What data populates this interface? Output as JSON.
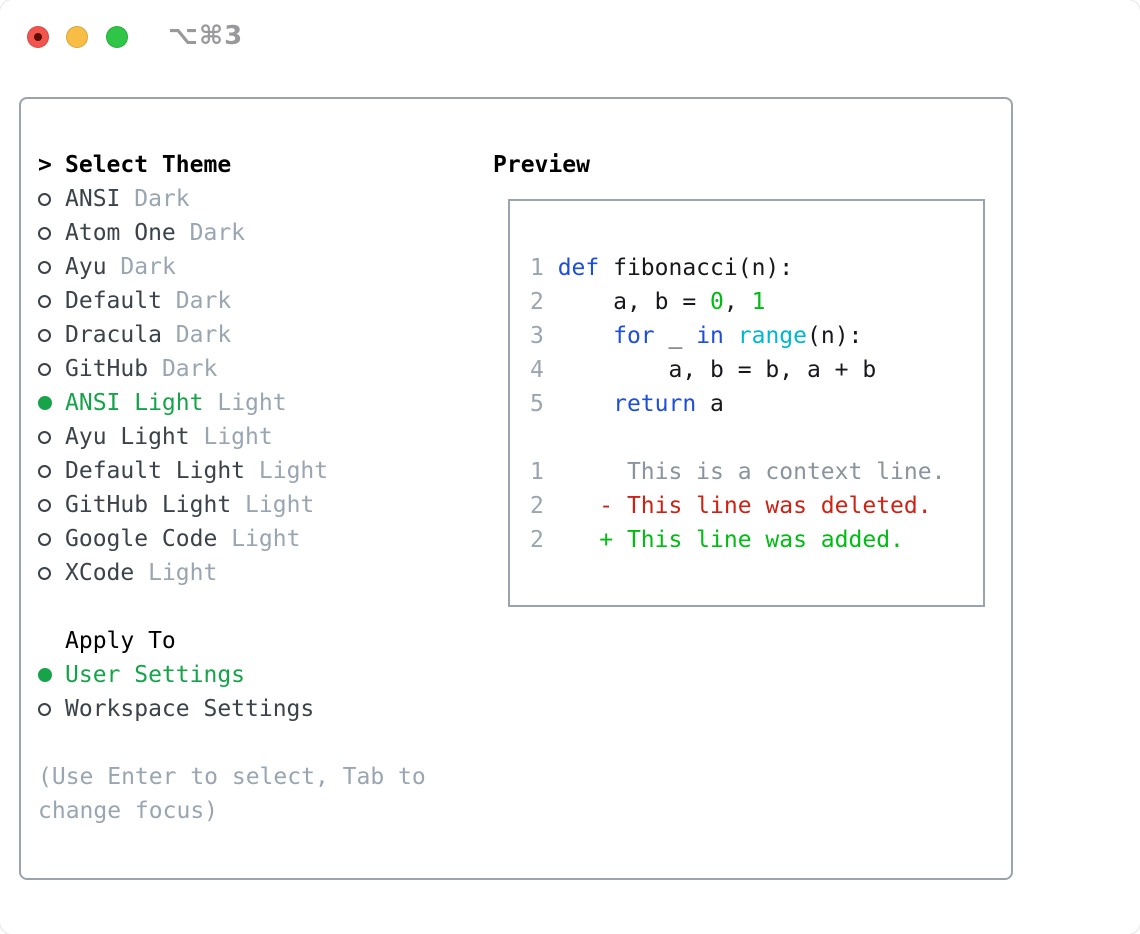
{
  "window": {
    "title": "⌥⌘3",
    "traffic_lights": [
      "close",
      "minimize",
      "zoom"
    ]
  },
  "colors": {
    "accent_green": "#16a34a",
    "bright_green": "#00bc14",
    "keyword_blue": "#1d4fd7",
    "builtin_cyan": "#00b7d0",
    "deleted_red": "#cc2314",
    "muted_gray": "#9aa5b2",
    "text_dark": "#3c424a",
    "border_gray": "#9aa3ae"
  },
  "theme_picker": {
    "header": {
      "prompt": ">",
      "label": "Select Theme"
    },
    "themes": [
      {
        "label": "ANSI",
        "badge": "Dark",
        "selected": false
      },
      {
        "label": "Atom One",
        "badge": "Dark",
        "selected": false
      },
      {
        "label": "Ayu",
        "badge": "Dark",
        "selected": false
      },
      {
        "label": "Default",
        "badge": "Dark",
        "selected": false
      },
      {
        "label": "Dracula",
        "badge": "Dark",
        "selected": false
      },
      {
        "label": "GitHub",
        "badge": "Dark",
        "selected": false
      },
      {
        "label": "ANSI Light",
        "badge": "Light",
        "selected": true
      },
      {
        "label": "Ayu Light",
        "badge": "Light",
        "selected": false
      },
      {
        "label": "Default Light",
        "badge": "Light",
        "selected": false
      },
      {
        "label": "GitHub Light",
        "badge": "Light",
        "selected": false
      },
      {
        "label": "Google Code",
        "badge": "Light",
        "selected": false
      },
      {
        "label": "XCode",
        "badge": "Light",
        "selected": false
      }
    ],
    "apply_to": {
      "label": "Apply To",
      "options": [
        {
          "label": "User Settings",
          "selected": true
        },
        {
          "label": "Workspace Settings",
          "selected": false
        }
      ]
    },
    "help_lines": [
      "(Use Enter to select, Tab to",
      "change focus)"
    ]
  },
  "preview": {
    "title": "Preview",
    "code_lines": [
      {
        "num": "1",
        "tokens": [
          {
            "t": "def"
          },
          {
            "t": " fibonacci(n):"
          }
        ]
      },
      {
        "num": "2",
        "tokens": [
          {
            "t": "    a, b = "
          },
          {
            "t": "0"
          },
          {
            "t": ", "
          },
          {
            "t": "1"
          }
        ]
      },
      {
        "num": "3",
        "tokens": [
          {
            "t": "    "
          },
          {
            "t": "for"
          },
          {
            "t": " _ "
          },
          {
            "t": "in"
          },
          {
            "t": " "
          },
          {
            "t": "range"
          },
          {
            "t": "(n):"
          }
        ]
      },
      {
        "num": "4",
        "tokens": [
          {
            "t": "        a, b = b, a + b"
          }
        ]
      },
      {
        "num": "5",
        "tokens": [
          {
            "t": "    "
          },
          {
            "t": "return"
          },
          {
            "t": " a"
          }
        ]
      }
    ],
    "diff_lines": [
      {
        "num": "1",
        "text": "     This is a context line.",
        "type": "context"
      },
      {
        "num": "2",
        "text": "   - This line was deleted.",
        "type": "deleted"
      },
      {
        "num": "2",
        "text": "   + This line was added.",
        "type": "added"
      }
    ]
  }
}
